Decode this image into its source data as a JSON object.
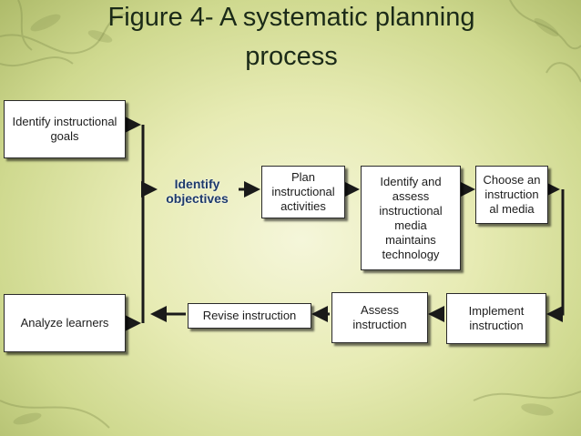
{
  "title": {
    "line1": "Figure 4- A systematic planning",
    "line2": "process"
  },
  "boxes": {
    "goals": "Identify instructional goals",
    "learners": "Analyze learners",
    "objectives": "Identify objectives",
    "activities": "Plan instructional activities",
    "media": "Identify and assess instructional media maintains technology",
    "choose": "Choose an instruction al media",
    "implement": "Implement instruction",
    "assess": "Assess instruction",
    "revise": "Revise instruction"
  },
  "colors": {
    "arrow": "#1a1a1a",
    "box_border": "#2a2a2a",
    "background": "#e7ebb4",
    "title": "#1b2a18"
  }
}
